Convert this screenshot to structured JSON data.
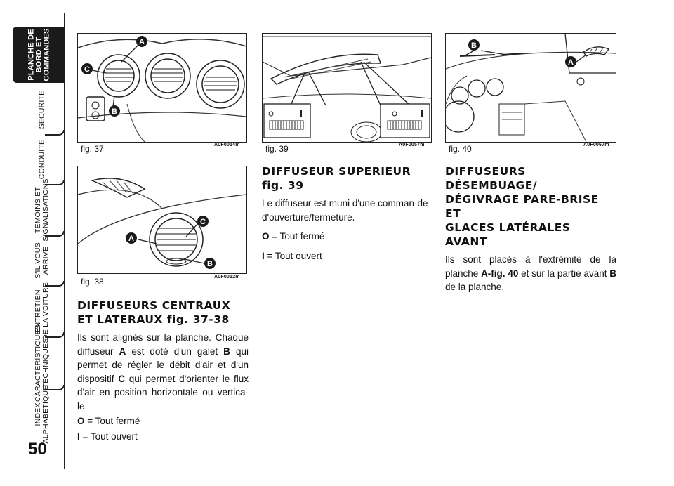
{
  "page": {
    "number": "50"
  },
  "tabs": [
    {
      "label": "PLANCHE DE\nBORD ET\nCOMMANDES",
      "active": true
    },
    {
      "label": "SECURITE"
    },
    {
      "label": "CONDUITE"
    },
    {
      "label": "TEMOINS ET\nSIGNALISATIONS"
    },
    {
      "label": "S'IL VOUS\nARRIVE"
    },
    {
      "label": "ENTRETIEN\nDE LA VOITURE"
    },
    {
      "label": "CARACTERISTIQUES\nTECHNIQUES"
    },
    {
      "label": "INDEX\nALPHABETIQUE"
    }
  ],
  "figures": {
    "fig37": {
      "label": "fig. 37",
      "code": "A0F0014m",
      "callouts": [
        "A",
        "C",
        "B"
      ]
    },
    "fig38": {
      "label": "fig. 38",
      "code": "A0F0012m",
      "callouts": [
        "C",
        "A",
        "B"
      ]
    },
    "fig39": {
      "label": "fig. 39",
      "code": "A0F0057m"
    },
    "fig40": {
      "label": "fig. 40",
      "code": "A0F0067m",
      "callouts": [
        "B",
        "A"
      ]
    }
  },
  "sections": {
    "central": {
      "title_line1": "DIFFUSEURS CENTRAUX",
      "title_line2": "ET LATERAUX fig. 37-38",
      "p1_a": "Ils sont alignés sur la planche. Chaque diffuseur ",
      "p1_A": "A",
      "p1_b": " est doté d'un galet ",
      "p1_B": "B",
      "p1_c": " qui permet de régler le débit d'air et d'un dispositif ",
      "p1_C": "C",
      "p1_d": " qui permet d'orienter le flux d'air en position horizontale ou vertica-le.",
      "o_key": "O",
      "o_text": " = Tout fermé",
      "i_key": "I",
      "i_text": " = Tout ouvert"
    },
    "upper": {
      "title_line1": "DIFFUSEUR SUPERIEUR",
      "title_line2": "fig. 39",
      "p1": "Le diffuseur est muni d'une comman-de d'ouverture/fermeture.",
      "o_key": "O",
      "o_text": " = Tout fermé",
      "i_key": "I",
      "i_text": " = Tout ouvert"
    },
    "demist": {
      "title_line1": "DIFFUSEURS DÉSEMBUAGE/",
      "title_line2": "DÉGIVRAGE PARE-BRISE ET",
      "title_line3": "GLACES LATÉRALES AVANT",
      "p1_a": "Ils sont placés à l'extrémité de la planche ",
      "p1_ref": "A-fig. 40",
      "p1_b": " et sur la partie avant ",
      "p1_B": "B",
      "p1_c": " de la planche."
    }
  }
}
